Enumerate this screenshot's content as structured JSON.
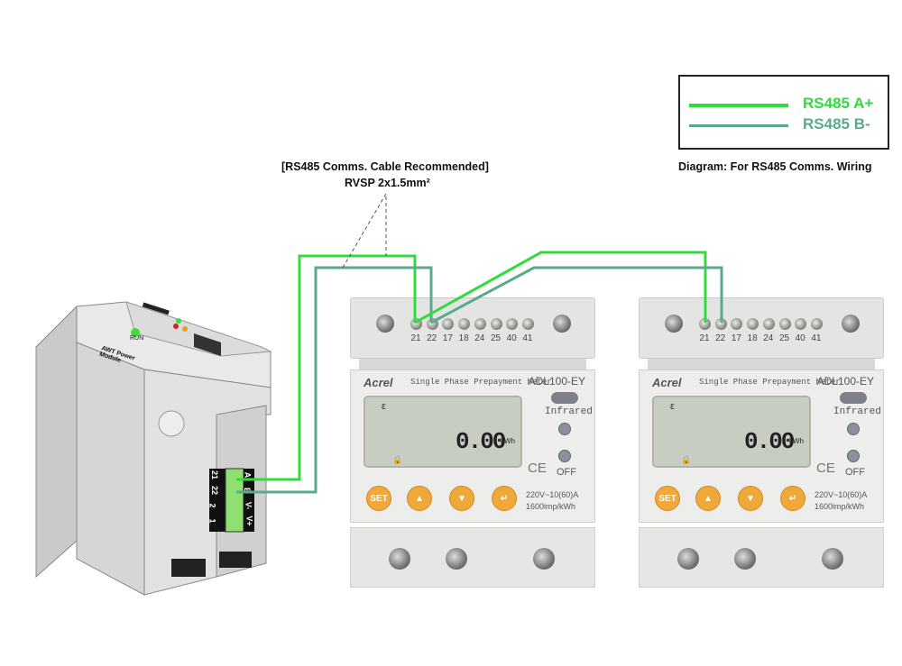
{
  "legend": {
    "a_label": "RS485 A+",
    "b_label": "RS485 B-",
    "a_color": "#2fdc3c",
    "b_color": "#5aa98e",
    "caption": "Diagram: For RS485 Comms. Wiring"
  },
  "cable_note": {
    "line1": "[RS485 Comms. Cable Recommended]",
    "line2": "RVSP 2x1.5mm²"
  },
  "module": {
    "name": "AWT Power Module",
    "run_label": "RUN",
    "terminals": [
      "21",
      "22",
      "2",
      "1"
    ],
    "terminal_right": [
      "A",
      "E",
      "V-",
      "V+"
    ]
  },
  "meters": [
    {
      "brand": "Acrel",
      "description": "Single Phase Prepayment Meter",
      "model": "ADL100-EY",
      "terminals": [
        "21",
        "22",
        "17",
        "18",
        "24",
        "25",
        "40",
        "41"
      ],
      "display_value": "0.00",
      "display_unit": "kWh",
      "display_symbol": "ε",
      "infrared": "Infrared",
      "off": "OFF",
      "ce": "CE",
      "buttons": [
        "SET",
        "▲",
        "▼",
        "↵"
      ],
      "rating": "220V~10(60)A",
      "constant": "1600imp/kWh"
    },
    {
      "brand": "Acrel",
      "description": "Single Phase Prepayment Meter",
      "model": "ADL100-EY",
      "terminals": [
        "21",
        "22",
        "17",
        "18",
        "24",
        "25",
        "40",
        "41"
      ],
      "display_value": "0.00",
      "display_unit": "kWh",
      "display_symbol": "ε",
      "infrared": "Infrared",
      "off": "OFF",
      "ce": "CE",
      "buttons": [
        "SET",
        "▲",
        "▼",
        "↵"
      ],
      "rating": "220V~10(60)A",
      "constant": "1600imp/kWh"
    }
  ]
}
